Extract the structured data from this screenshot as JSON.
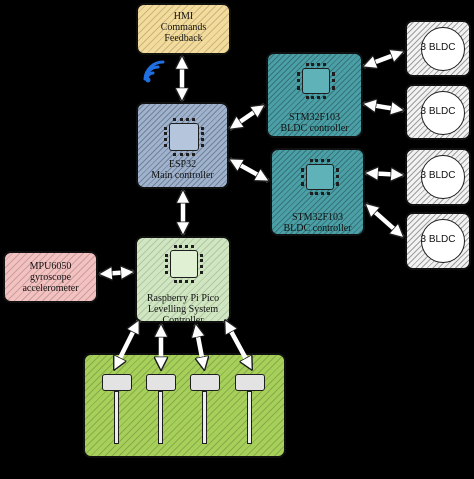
{
  "hmi": {
    "lines": [
      "HMI",
      "Commands",
      "Feedback"
    ]
  },
  "esp": {
    "lines": [
      "ESP32",
      "Main controller"
    ]
  },
  "stm_top": {
    "lines": [
      "STM32F103",
      "BLDC controller"
    ]
  },
  "stm_bottom": {
    "lines": [
      "STM32F103",
      "BLDC controller"
    ]
  },
  "pico": {
    "lines": [
      "Raspberry Pi Pico",
      "Levelling System",
      "Controller"
    ]
  },
  "mpu": {
    "lines": [
      "MPU6050",
      "gyroscope",
      "accelerometer"
    ]
  },
  "motors": [
    {
      "label": "3 BLDC"
    },
    {
      "label": "3 BLDC"
    },
    {
      "label": "3 BLDC"
    },
    {
      "label": "3 BLDC"
    }
  ],
  "colors": {
    "background": "#000000",
    "hmi": "#f3dc9b",
    "esp": "#9fb3cf",
    "stm": "#4aa0a6",
    "pico": "#cfe6c1",
    "mpu": "#f4c1c1",
    "actuators": "#a6d05a",
    "bldc": "#f2f2f2",
    "wifi": "#1f6fe0"
  },
  "icons": {
    "wireless": "wifi-icon",
    "chip": "chip-icon",
    "motor": "motor-icon",
    "actuator": "linear-actuator-icon"
  }
}
